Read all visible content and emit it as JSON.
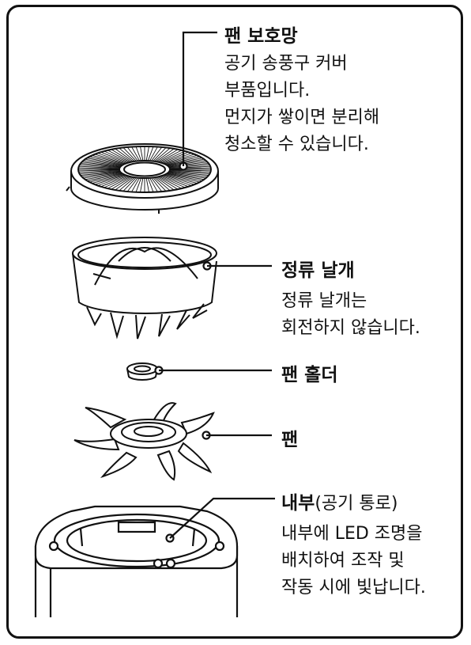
{
  "parts": [
    {
      "id": "fan-guard",
      "title": "팬 보호망",
      "title_suffix": "",
      "lines": [
        "공기 송풍구 커버",
        "부품입니다.",
        "먼지가 쌓이면 분리해",
        "청소할 수 있습니다."
      ]
    },
    {
      "id": "rectifier-blade",
      "title": "정류 날개",
      "title_suffix": "",
      "lines": [
        "정류 날개는",
        "회전하지 않습니다."
      ]
    },
    {
      "id": "fan-holder",
      "title": "팬 홀더",
      "title_suffix": "",
      "lines": []
    },
    {
      "id": "fan",
      "title": "팬",
      "title_suffix": "",
      "lines": []
    },
    {
      "id": "inner",
      "title": "내부",
      "title_suffix": "(공기 통로)",
      "lines": [
        "내부에 LED 조명을",
        "배치하여 조작 및",
        "작동 시에 빛납니다."
      ]
    }
  ]
}
